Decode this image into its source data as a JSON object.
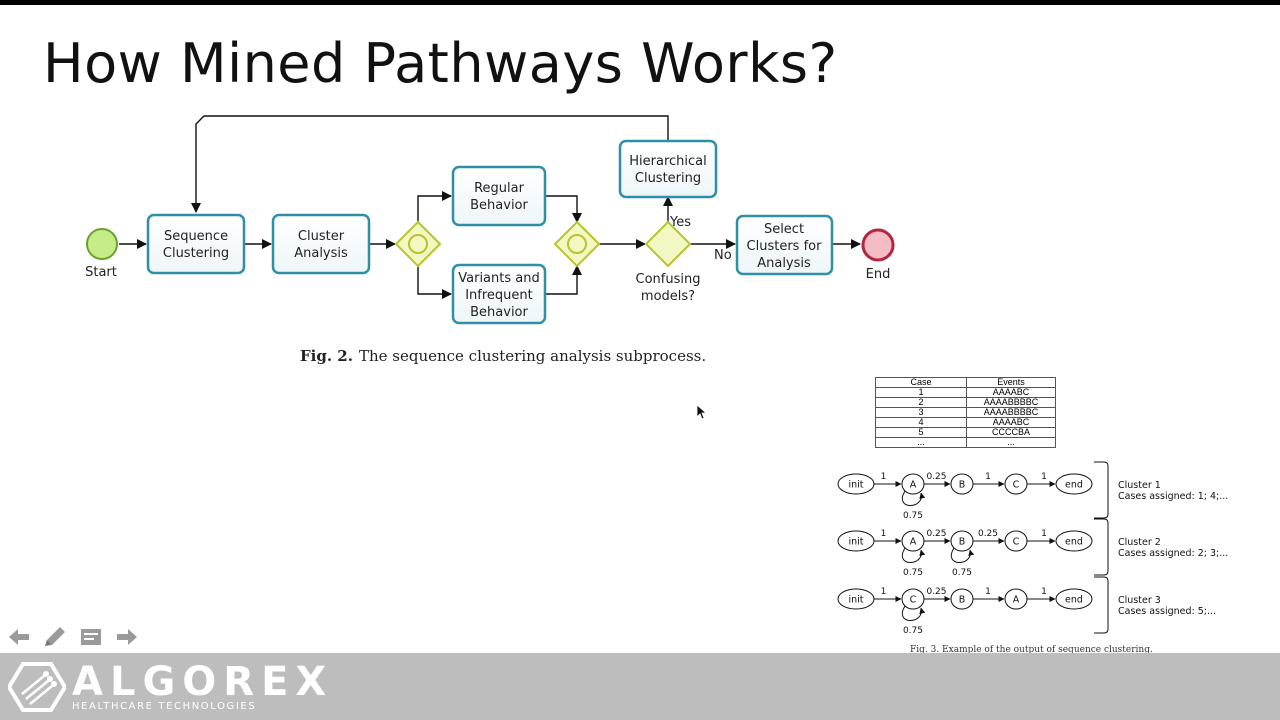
{
  "slide": {
    "title": "How Mined Pathways Works?"
  },
  "figure2": {
    "caption_label": "Fig. 2.",
    "caption_text": "The sequence clustering analysis subprocess.",
    "start_label": "Start",
    "end_label": "End",
    "yes_label": "Yes",
    "no_label": "No",
    "decision_line1": "Confusing",
    "decision_line2": "models?",
    "boxes": {
      "sequence_clustering": [
        "Sequence",
        "Clustering"
      ],
      "cluster_analysis": [
        "Cluster",
        "Analysis"
      ],
      "regular_behavior": [
        "Regular",
        "Behavior"
      ],
      "variants": [
        "Variants and",
        "Infrequent",
        "Behavior"
      ],
      "hierarchical": [
        "Hierarchical",
        "Clustering"
      ],
      "select_clusters": [
        "Select",
        "Clusters for",
        "Analysis"
      ]
    }
  },
  "figure3": {
    "table": {
      "headers": [
        "Case",
        "Events"
      ],
      "rows": [
        [
          "1",
          "AAAABC"
        ],
        [
          "2",
          "AAAABBBBC"
        ],
        [
          "3",
          "AAAABBBBC"
        ],
        [
          "4",
          "AAAABC"
        ],
        [
          "5",
          "CCCCBA"
        ],
        [
          "...",
          "..."
        ]
      ]
    },
    "clusters": [
      {
        "nodes": [
          "init",
          "A",
          "B",
          "C",
          "end"
        ],
        "edge_labels": [
          "1",
          "0.25",
          "1",
          "1"
        ],
        "loops": [
          {
            "node": 1,
            "label": "0.75"
          }
        ],
        "name": "Cluster 1",
        "cases": "Cases assigned: 1; 4;..."
      },
      {
        "nodes": [
          "init",
          "A",
          "B",
          "C",
          "end"
        ],
        "edge_labels": [
          "1",
          "0.25",
          "0.25",
          "1"
        ],
        "loops": [
          {
            "node": 1,
            "label": "0.75"
          },
          {
            "node": 2,
            "label": "0.75"
          }
        ],
        "name": "Cluster 2",
        "cases": "Cases assigned: 2; 3;..."
      },
      {
        "nodes": [
          "init",
          "C",
          "B",
          "A",
          "end"
        ],
        "edge_labels": [
          "1",
          "0.25",
          "1",
          "1"
        ],
        "loops": [
          {
            "node": 1,
            "label": "0.75"
          }
        ],
        "name": "Cluster 3",
        "cases": "Cases assigned: 5;..."
      }
    ],
    "caption": "Fig. 3. Example of the output of sequence clustering."
  },
  "footer": {
    "brand": "ALGOREX",
    "tagline": "HEALTHCARE TECHNOLOGIES"
  },
  "colors": {
    "box_border": "#2e8fa6",
    "start_fill": "#c6ec8a",
    "end_fill": "#f4bcc4",
    "gateway": "#d9e64a",
    "footer_bg": "#bdbdbd"
  }
}
